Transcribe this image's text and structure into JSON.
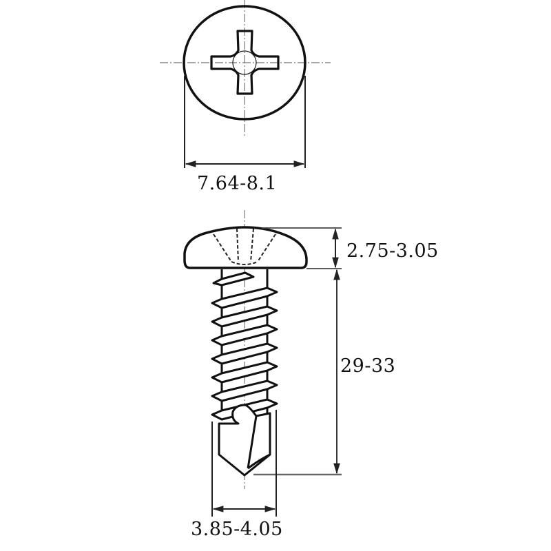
{
  "drawing": {
    "subject": "Pan head Phillips self-drilling screw",
    "views": [
      "top-view",
      "side-view"
    ],
    "colors": {
      "line": "#111111",
      "dim_line": "#444444",
      "center_line": "#777777",
      "background": "#ffffff"
    }
  },
  "dimensions": {
    "head_diameter": "7.64-8.1",
    "head_height": "2.75-3.05",
    "length": "29-33",
    "thread_diameter": "3.85-4.05"
  }
}
